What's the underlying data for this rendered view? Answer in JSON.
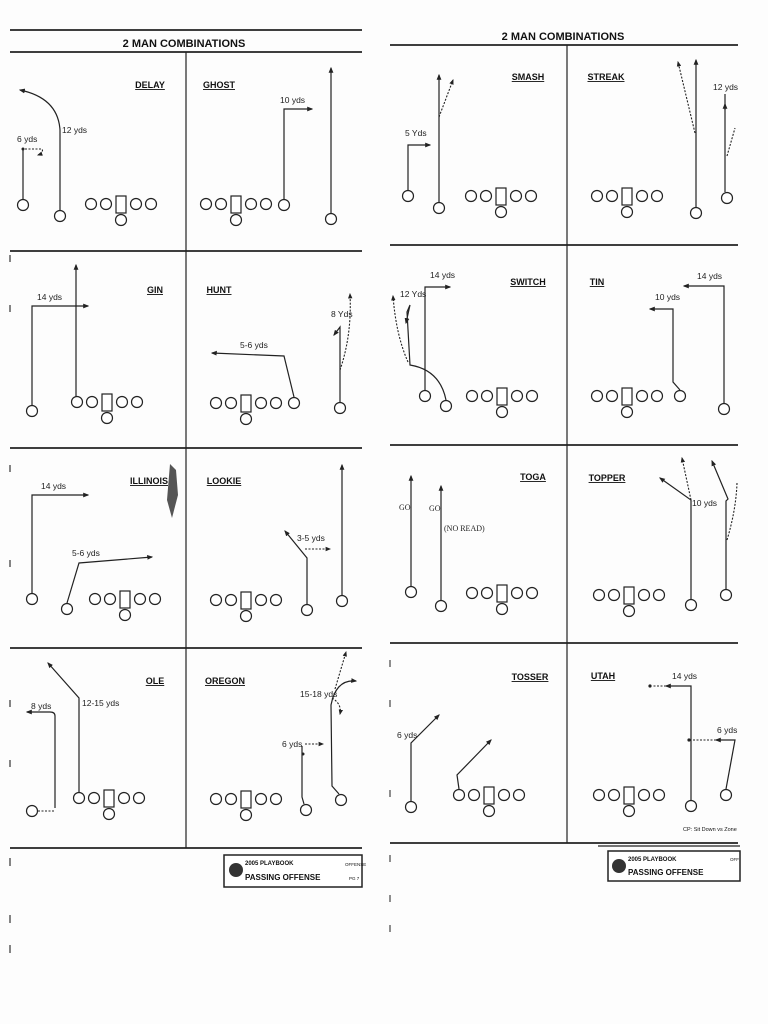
{
  "pages": [
    {
      "title": "2 MAN COMBINATIONS",
      "plays": [
        {
          "name": "DELAY",
          "labels": [
            "6 yds",
            "12 yds"
          ]
        },
        {
          "name": "GHOST",
          "labels": [
            "10 yds"
          ]
        },
        {
          "name": "GIN",
          "labels": [
            "14 yds"
          ]
        },
        {
          "name": "HUNT",
          "labels": [
            "5-6 yds",
            "8 Yds"
          ]
        },
        {
          "name": "ILLINOIS",
          "labels": [
            "14 yds",
            "5-6 yds"
          ]
        },
        {
          "name": "LOOKIE",
          "labels": [
            "3-5 yds"
          ]
        },
        {
          "name": "OLE",
          "labels": [
            "8 yds",
            "12-15 yds"
          ]
        },
        {
          "name": "OREGON",
          "labels": [
            "15-18 yds",
            "6 yds"
          ]
        }
      ],
      "footer": {
        "year_label": "2005 PLAYBOOK",
        "section_label": "PASSING OFFENSE",
        "side_label": "OFFENSE",
        "page_label": "PG 7"
      }
    },
    {
      "title": "2 MAN COMBINATIONS",
      "plays": [
        {
          "name": "SMASH",
          "labels": [
            "5 Yds"
          ]
        },
        {
          "name": "STREAK",
          "labels": [
            "12 yds"
          ]
        },
        {
          "name": "SWITCH",
          "labels": [
            "14 yds",
            "12 Yds"
          ]
        },
        {
          "name": "TIN",
          "labels": [
            "14 yds",
            "10 yds"
          ]
        },
        {
          "name": "TOGA",
          "labels": [
            "GO",
            "GO",
            "(NO READ)"
          ]
        },
        {
          "name": "TOPPER",
          "labels": [
            "10 yds"
          ]
        },
        {
          "name": "TOSSER",
          "labels": [
            "6 yds"
          ]
        },
        {
          "name": "UTAH",
          "labels": [
            "14 yds",
            "6 yds"
          ],
          "note": "CP: Sit Down vs Zone"
        }
      ],
      "footer": {
        "year_label": "2005 PLAYBOOK",
        "section_label": "PASSING OFFENSE",
        "side_label": "OFF"
      }
    }
  ]
}
